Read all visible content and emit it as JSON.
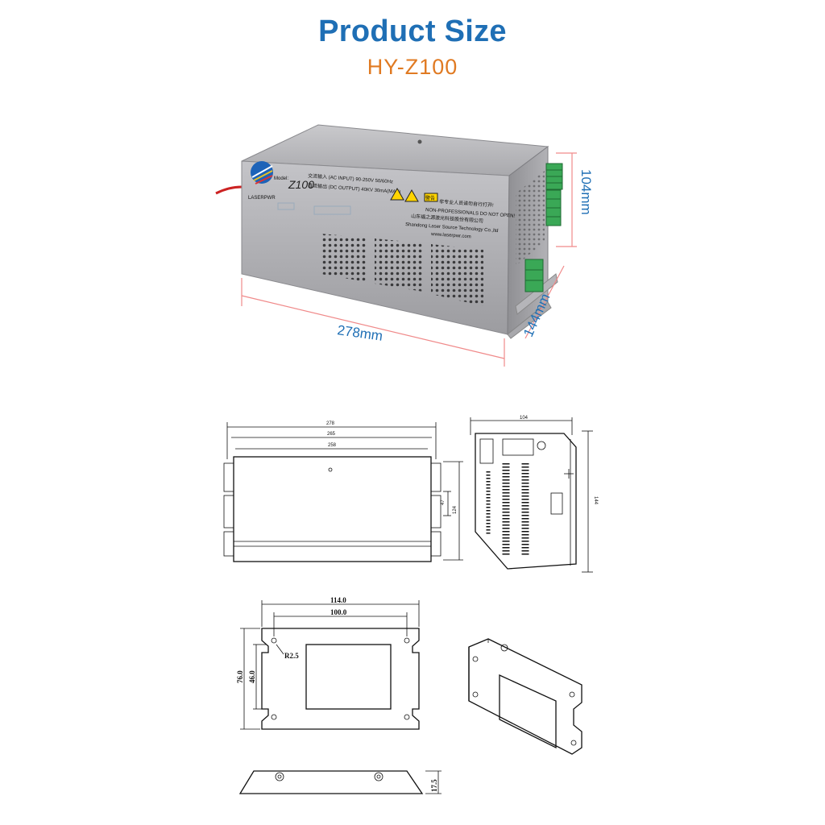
{
  "header": {
    "title": "Product Size",
    "subtitle": "HY-Z100"
  },
  "photo": {
    "dims": {
      "length": "278mm",
      "height": "104mm",
      "depth": "144mm"
    },
    "label": {
      "brand_model": "Model:",
      "model": "Z100",
      "input": "交流输入 (AC INPUT) 90-250V 50/60Hz",
      "output": "直流输出 (DC OUTPUT) 40KV 30mA(MAX)",
      "warning_cn": "非专业人员请勿自行打开!",
      "warning_en": "NON-PROFESSIONALS DO NOT OPEN!",
      "company_cn": "山东福之源激光科技股份有限公司",
      "company_en": "Shandong Laser Source Technology Co.,ltd",
      "website": "www.laserpwr.com",
      "caution": "警告",
      "logo_text": "LASERPWR"
    }
  },
  "front_view": {
    "dim_outer": "278",
    "dim_mid": "265",
    "dim_inner": "258",
    "dim_right_small": "47",
    "dim_right_large": "124"
  },
  "side_view": {
    "dim_top": "104",
    "dim_right": "144"
  },
  "bracket_view": {
    "dim_outer_w": "114.0",
    "dim_inner_w": "100.0",
    "dim_outer_h": "76.0",
    "dim_inner_h": "46.0",
    "radius": "R2.5"
  },
  "profile_view": {
    "dim_h": "17.5"
  },
  "colors": {
    "title": "#1f6fb5",
    "subtitle": "#e07a22",
    "dimension_line": "#f08a8a",
    "dimension_text": "#1f6fb5",
    "terminal_green": "#3aa856"
  }
}
